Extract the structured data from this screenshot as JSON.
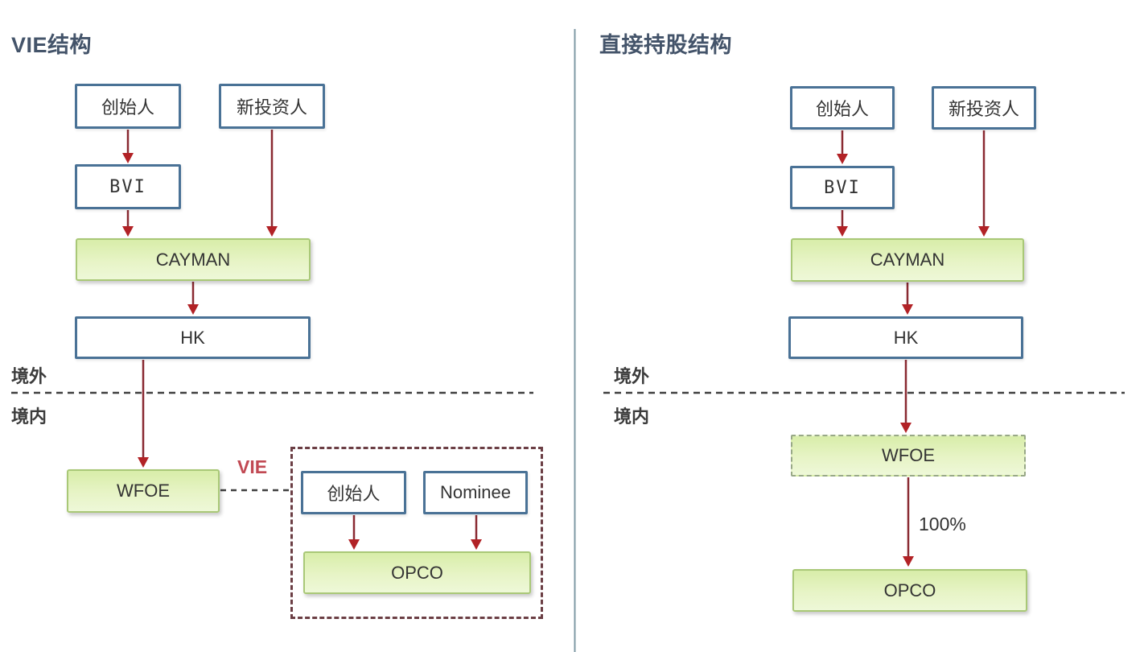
{
  "left": {
    "title": "VIE结构",
    "offshore": "境外",
    "onshore": "境内",
    "vie_link_label": "VIE",
    "nodes": {
      "founder": "创始人",
      "new_investor": "新投资人",
      "bvi": "BVI",
      "cayman": "CAYMAN",
      "hk": "HK",
      "wfoe": "WFOE",
      "vie_founder": "创始人",
      "nominee": "Nominee",
      "opco": "OPCO"
    }
  },
  "right": {
    "title": "直接持股结构",
    "offshore": "境外",
    "onshore": "境内",
    "ownership": "100%",
    "nodes": {
      "founder": "创始人",
      "new_investor": "新投资人",
      "bvi": "BVI",
      "cayman": "CAYMAN",
      "hk": "HK",
      "wfoe": "WFOE",
      "opco": "OPCO"
    }
  },
  "colors": {
    "node_border_blue": "#4a7296",
    "green_border": "#a9c877",
    "green_fill_top": "#d8eda9",
    "green_fill_bottom": "#eef8d8",
    "arrow_stem": "#8a2a32",
    "arrow_head": "#b22226",
    "boundary_dash": "#3f3f3f",
    "vie_frame_dash": "#6b3e44",
    "vie_label_red": "#c14953",
    "title_color": "#44546a",
    "divider": "#7f9aa5"
  }
}
